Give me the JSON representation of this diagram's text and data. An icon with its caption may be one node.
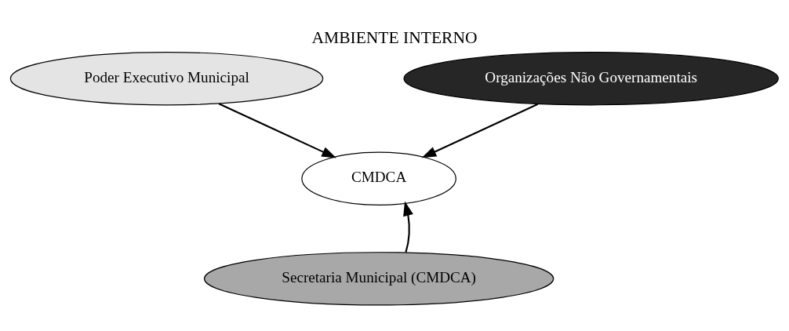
{
  "diagram": {
    "title": "AMBIENTE INTERNO",
    "nodes": [
      {
        "text": [
          "Poder Executivo Municipal"
        ]
      },
      {
        "text": [
          "Organizações Não Governamentais"
        ]
      },
      {
        "text": [
          "CMDCA"
        ]
      },
      {
        "text": [
          "Secretaria Municipal (CMDCA)"
        ]
      }
    ],
    "edges": [
      {
        "from": 0,
        "to": 2,
        "arrow": "to"
      },
      {
        "from": 1,
        "to": 2,
        "arrow": "to"
      },
      {
        "from": 3,
        "to": 2,
        "arrow": "to"
      }
    ]
  }
}
